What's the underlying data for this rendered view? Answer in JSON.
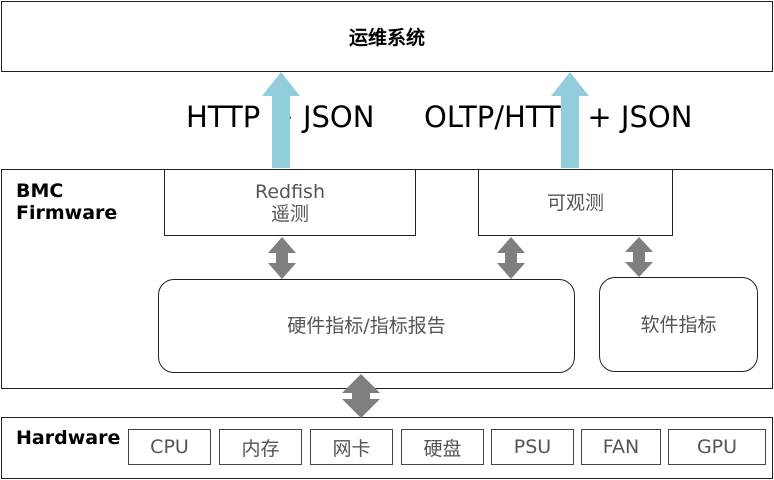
{
  "ops_system": {
    "title": "运维系统"
  },
  "protocols": {
    "left": "HTTP + JSON",
    "right": "OLTP/HTTP + JSON"
  },
  "bmc": {
    "label_line1": "BMC",
    "label_line2": "Firmware",
    "redfish": {
      "line1": "Redfish",
      "line2": "遥测"
    },
    "observability": "可观测",
    "hardware_metrics": "硬件指标/指标报告",
    "software_metrics": "软件指标"
  },
  "hardware": {
    "label": "Hardware",
    "items": [
      "CPU",
      "内存",
      "网卡",
      "硬盘",
      "PSU",
      "FAN",
      "GPU"
    ]
  },
  "colors": {
    "up_arrow": "#92cddc",
    "double_arrow": "#7f7f7f",
    "border": "#222222"
  }
}
